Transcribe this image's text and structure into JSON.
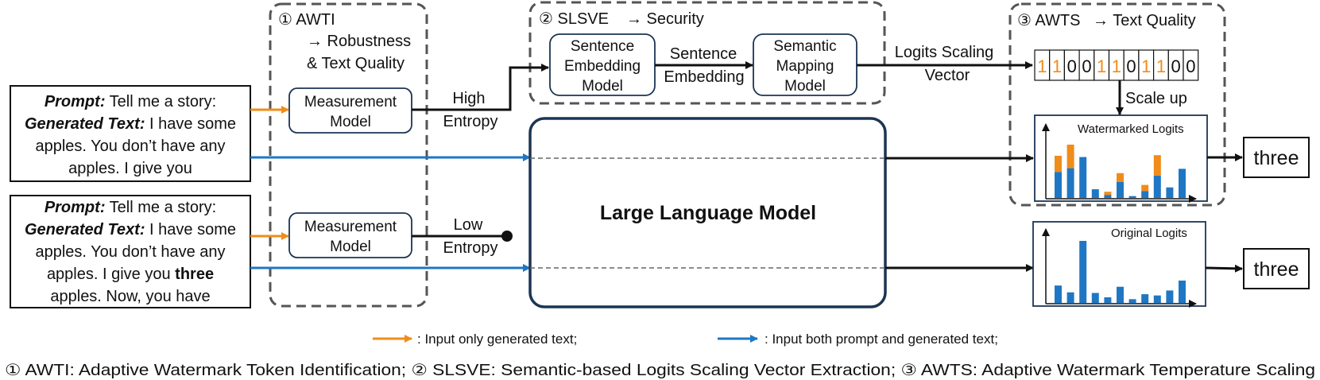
{
  "colors": {
    "orange": "#f08c1a",
    "blue": "#1f77c4",
    "dash_gray": "#555555",
    "llm_border": "#1b3553"
  },
  "awti": {
    "title": "① AWTI",
    "goal_line1": "→ Robustness",
    "goal_line2": "&  Text Quality"
  },
  "slsve": {
    "title": "② SLSVE",
    "goal": "→ Security"
  },
  "awts": {
    "title": "③ AWTS",
    "goal": "→ Text Quality"
  },
  "prompt_top": {
    "prompt_label": "Prompt:",
    "prompt_text": " Tell me a story:",
    "gen_label": "Generated Text:",
    "gen_text": " I have some",
    "line3": "apples. You don’t have any",
    "line4": "apples. I give you"
  },
  "prompt_bottom": {
    "prompt_label": "Prompt:",
    "prompt_text": " Tell me a story:",
    "gen_label": "Generated Text:",
    "gen_text": " I have some",
    "line3": "apples. You don’t have any",
    "line4_prefix": "apples. I give you ",
    "line4_bold": "three",
    "line5": "apples. Now, you have"
  },
  "measurement_top": {
    "line1": "Measurement",
    "line2": "Model"
  },
  "measurement_bottom": {
    "line1": "Measurement",
    "line2": "Model"
  },
  "high_entropy": {
    "line1": "High",
    "line2": "Entropy"
  },
  "low_entropy": {
    "line1": "Low",
    "line2": "Entropy"
  },
  "sentence_model": {
    "line1": "Sentence",
    "line2": "Embedding",
    "line3": "Model"
  },
  "sentence_embedding_label": {
    "line1": "Sentence",
    "line2": "Embedding"
  },
  "semantic_model": {
    "line1": "Semantic",
    "line2": "Mapping",
    "line3": "Model"
  },
  "logits_vector_label": {
    "line1": "Logits  Scaling",
    "line2": "Vector"
  },
  "bit_vector": [
    "1",
    "1",
    "0",
    "0",
    "1",
    "1",
    "0",
    "1",
    "1",
    "0",
    "0"
  ],
  "bit_vector_highlight": [
    true,
    true,
    false,
    false,
    true,
    true,
    false,
    true,
    true,
    false,
    false
  ],
  "scale_up": "Scale up",
  "llm_label": "Large Language Model",
  "watermarked_chart": {
    "title": "Watermarked Logits",
    "base": [
      0.42,
      0.48,
      0.66,
      0.14,
      0.05,
      0.26,
      0.03,
      0.11,
      0.36,
      0.17,
      0.47
    ],
    "boost": [
      0.26,
      0.38,
      0,
      0,
      0.05,
      0.14,
      0,
      0.1,
      0.33,
      0,
      0
    ]
  },
  "original_chart": {
    "title": "Original Logits",
    "values": [
      0.28,
      0.17,
      1.0,
      0.16,
      0.09,
      0.26,
      0.06,
      0.14,
      0.12,
      0.2,
      0.36
    ]
  },
  "output_top": "three",
  "output_bottom": "three",
  "legend": {
    "orange_text": ": Input only generated text;",
    "blue_text": ": Input both prompt and generated text;"
  },
  "caption": "① AWTI: Adaptive Watermark Token Identification; ② SLSVE: Semantic-based Logits Scaling Vector Extraction; ③ AWTS: Adaptive Watermark Temperature Scaling"
}
